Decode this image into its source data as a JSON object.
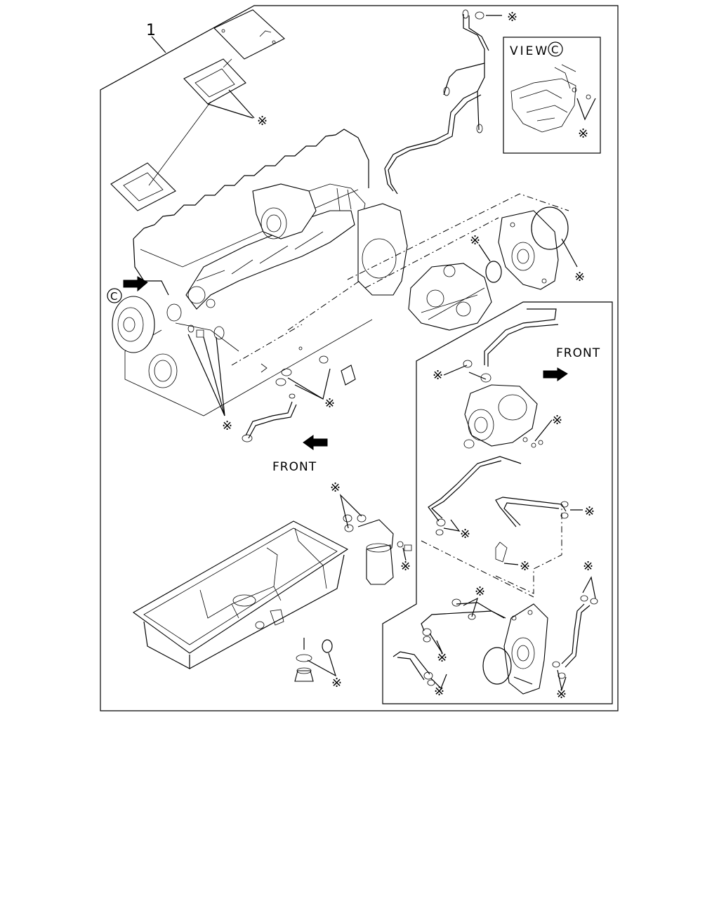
{
  "callouts": {
    "item_number": "1",
    "view_label": "VIEW",
    "view_letter": "C",
    "view_ref": "C"
  },
  "labels": {
    "front_main": "FRONT",
    "front_sub": "FRONT"
  },
  "marks": {
    "asterisk": "※"
  },
  "colors": {
    "ink": "#000000",
    "paper": "#ffffff"
  }
}
